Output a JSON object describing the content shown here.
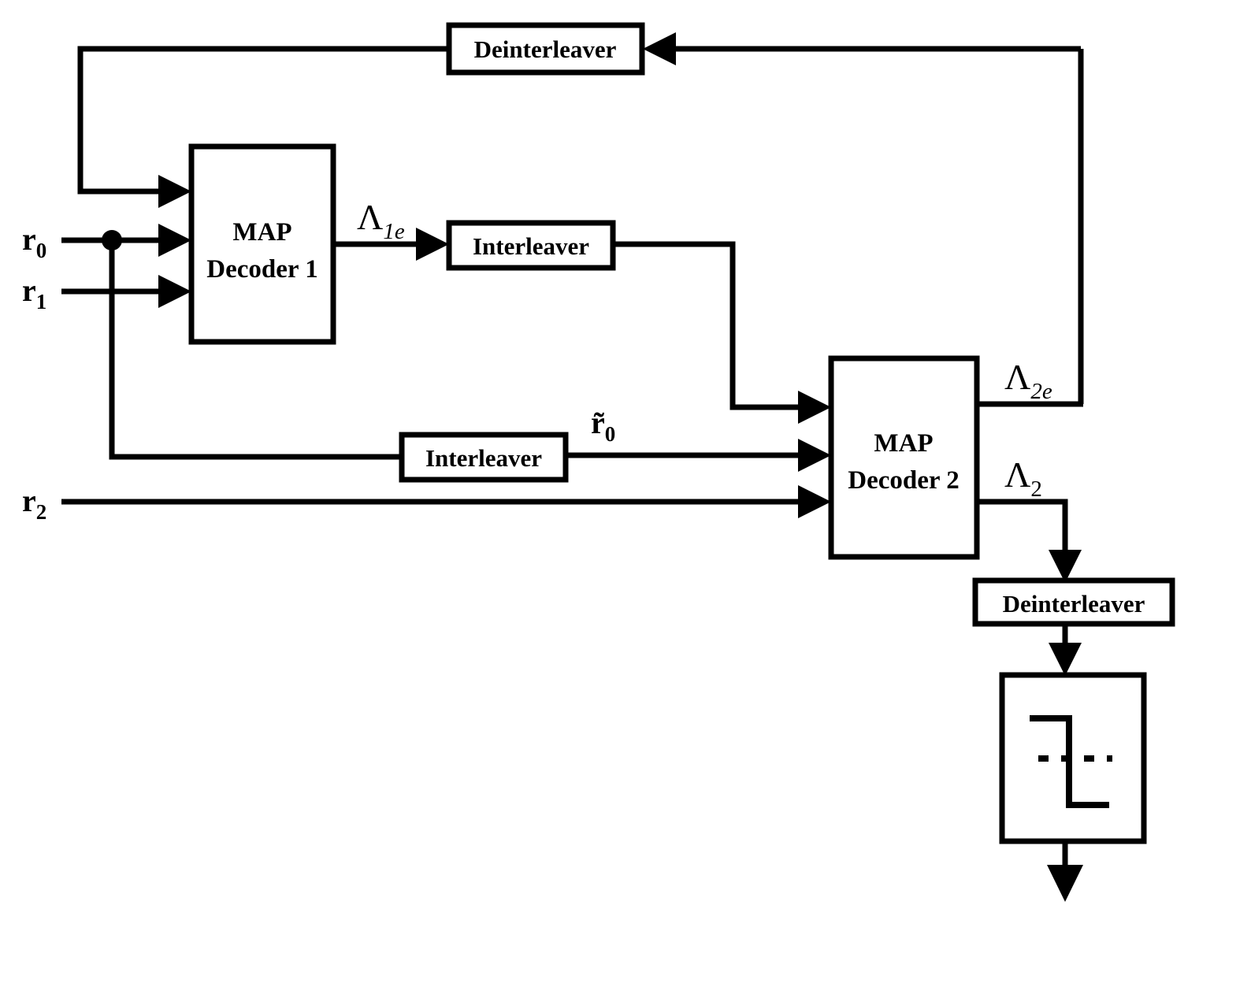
{
  "diagram": {
    "title": "Turbo decoder block diagram",
    "colors": {
      "line": "#000000",
      "background": "#ffffff",
      "box_fill": "#ffffff"
    },
    "blocks": {
      "deinterleaver_top": {
        "label": "Deinterleaver"
      },
      "map_decoder_1": {
        "line1": "MAP",
        "line2": "Decoder 1"
      },
      "interleaver_top": {
        "label": "Interleaver"
      },
      "interleaver_bottom": {
        "label": "Interleaver"
      },
      "map_decoder_2": {
        "line1": "MAP",
        "line2": "Decoder 2"
      },
      "deinterleaver_bottom": {
        "label": "Deinterleaver"
      },
      "hard_decision": {
        "label": "",
        "symbol": "sign-step-function"
      }
    },
    "signals": {
      "r0": {
        "base": "r",
        "sub": "0"
      },
      "r1": {
        "base": "r",
        "sub": "1"
      },
      "r2": {
        "base": "r",
        "sub": "2"
      },
      "r0_tilde": {
        "base": "r̃",
        "sub": "0"
      },
      "lambda_1e": {
        "base": "Λ",
        "sub": "1e"
      },
      "lambda_2e": {
        "base": "Λ",
        "sub": "2e"
      },
      "lambda_2": {
        "base": "Λ",
        "sub": "2"
      }
    }
  }
}
